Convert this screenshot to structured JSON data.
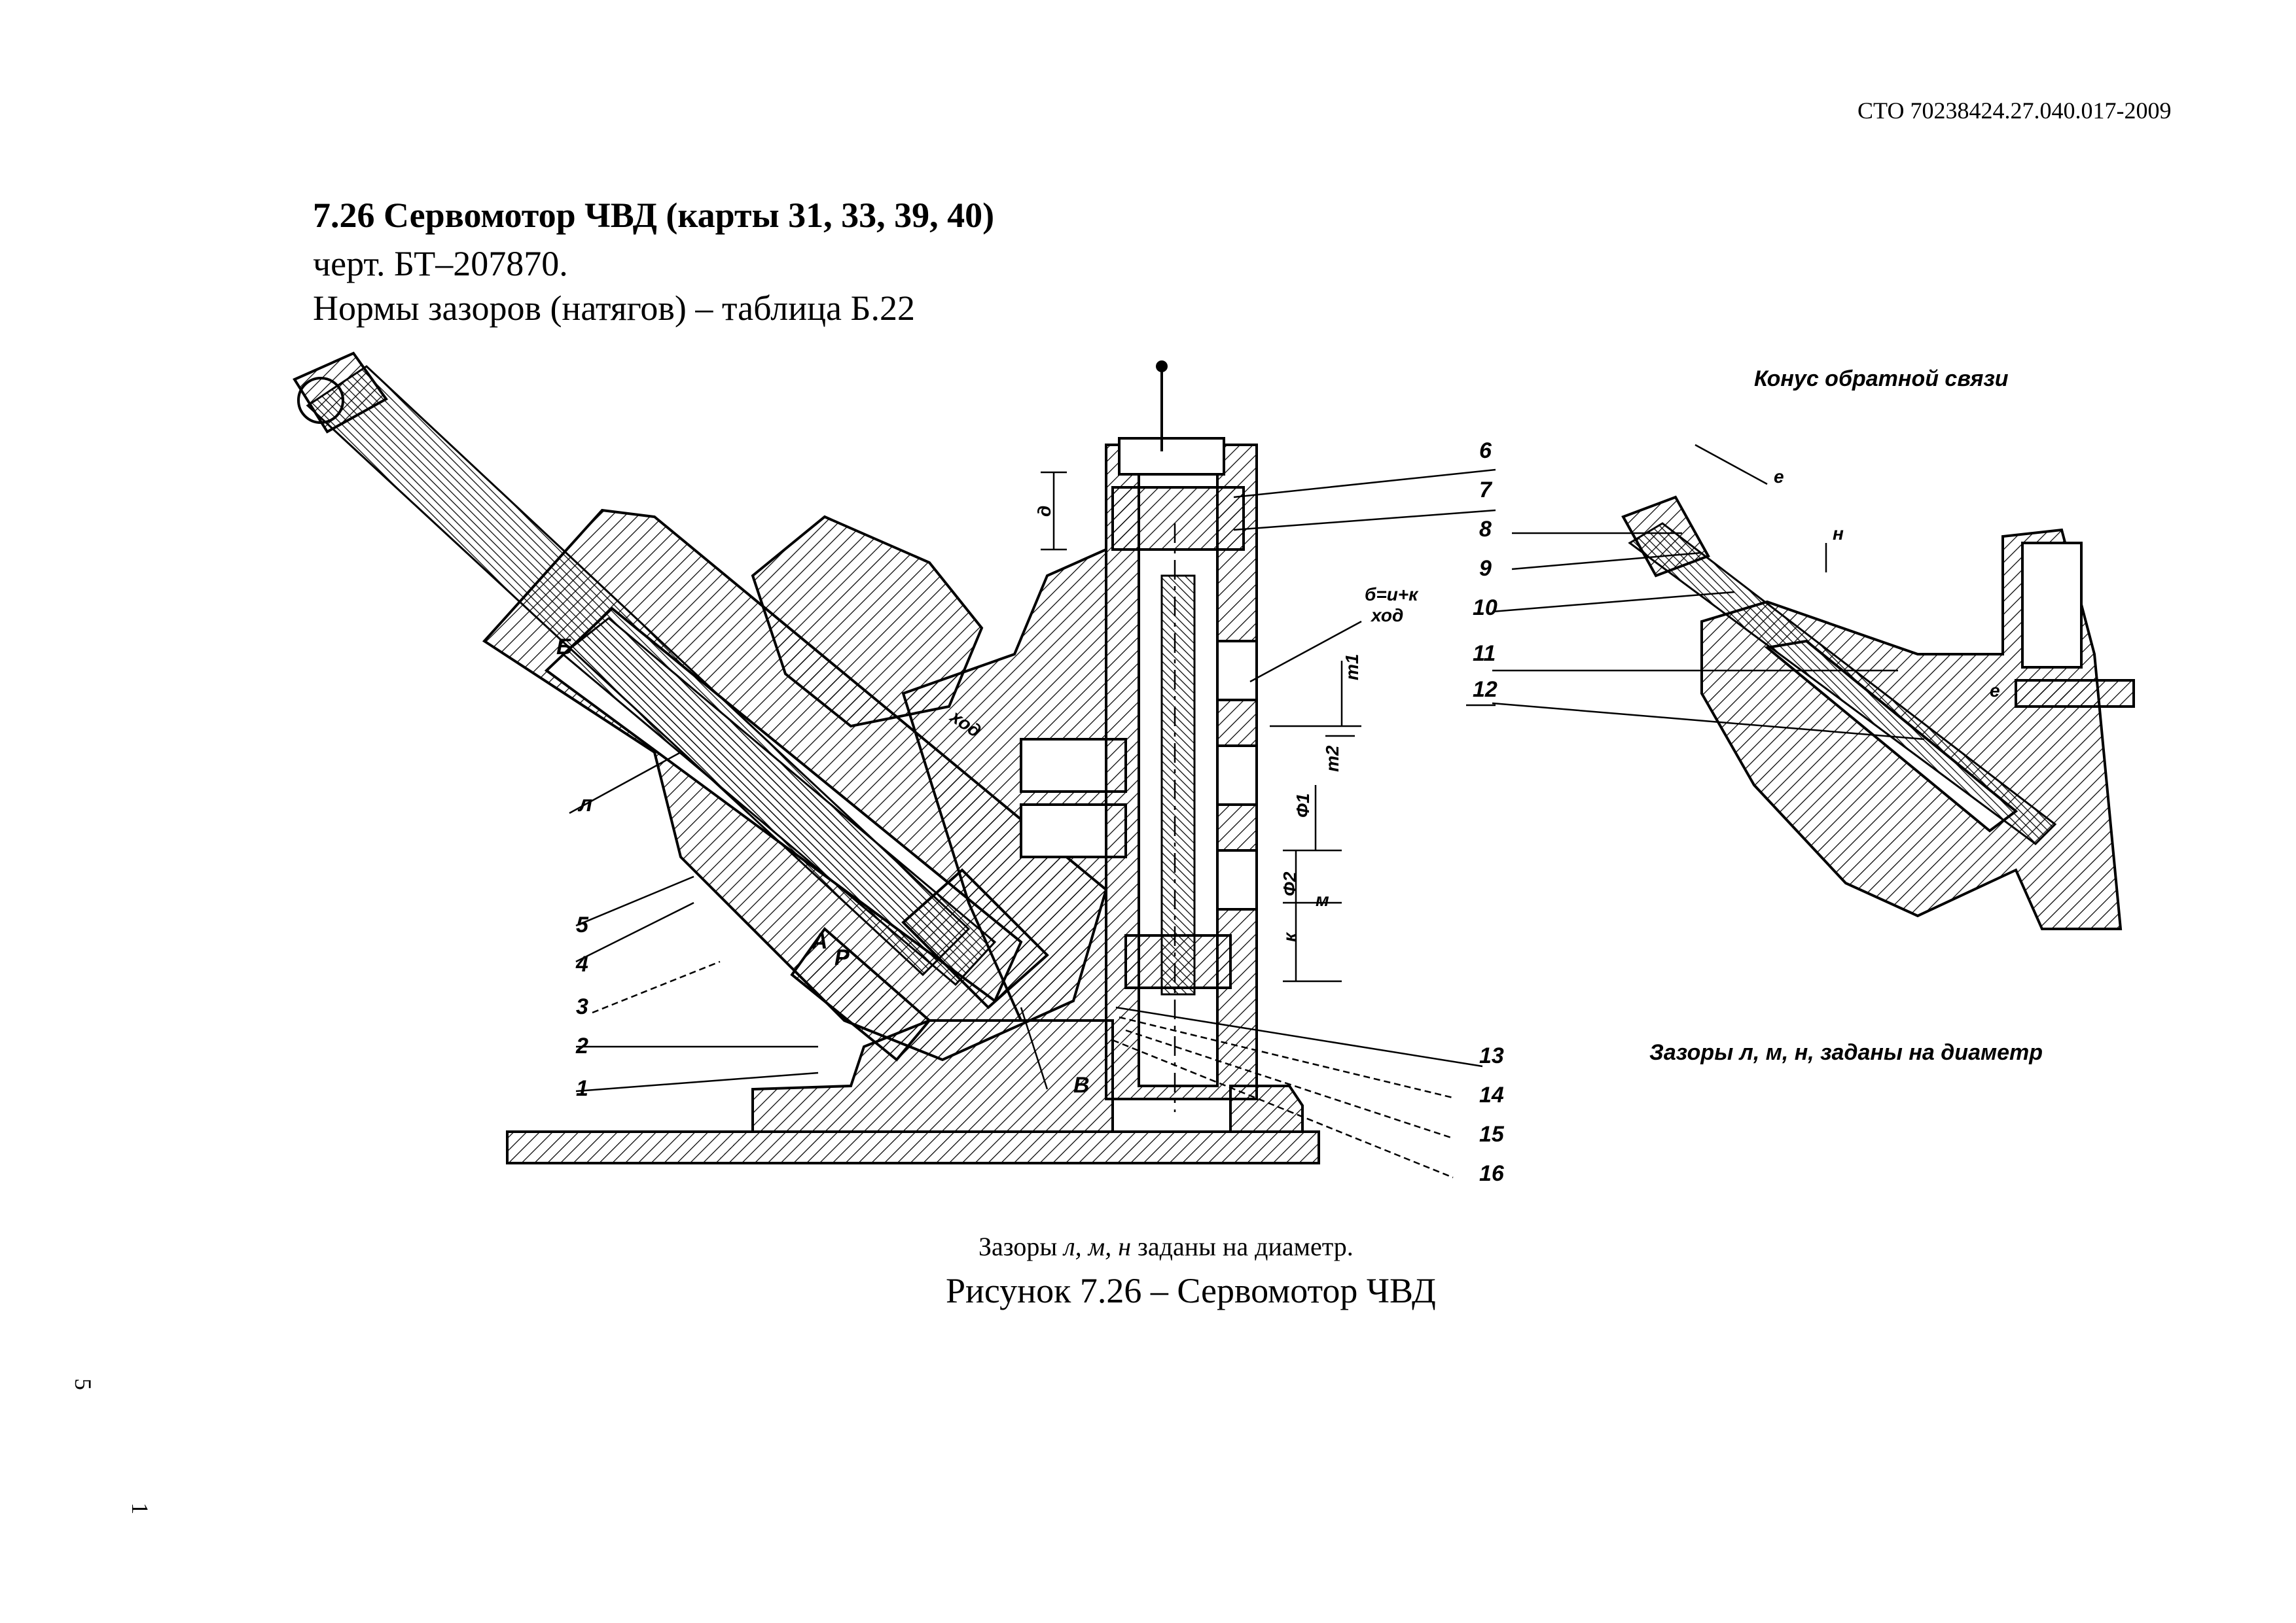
{
  "header": {
    "doc_code": "СТО 70238424.27.040.017-2009"
  },
  "section": {
    "title": "7.26 Сервомотор ЧВД (карты 31, 33, 39, 40)",
    "drawing": "черт. БТ–207870.",
    "norms": "Нормы зазоров (натягов) – таблица Б.22"
  },
  "figure": {
    "inset_title": "Конус обратной связи",
    "inset_note": "Зазоры л, м, н, заданы на диаметр",
    "callouts": [
      "1",
      "2",
      "3",
      "4",
      "5",
      "6",
      "7",
      "8",
      "9",
      "10",
      "11",
      "12",
      "13",
      "14",
      "15",
      "16"
    ],
    "letters": {
      "l": "л",
      "b": "Б",
      "v": "В",
      "a": "А",
      "r": "Р",
      "m": "м",
      "k": "к",
      "e": "е",
      "n": "н",
      "d": "д"
    },
    "annotations": {
      "gap_formula": "б=и+к",
      "stroke": "ход",
      "stroke2": "ход",
      "m1": "m1",
      "m2": "m2",
      "phi1": "Ф1",
      "phi2": "Ф2"
    }
  },
  "caption": {
    "note_prefix": "Зазоры ",
    "note_vars": "л, м, н",
    "note_suffix": " заданы на диаметр.",
    "title": "Рисунок 7.26 – Сервомотор ЧВД"
  },
  "margin_marks": [
    "5",
    "1"
  ]
}
